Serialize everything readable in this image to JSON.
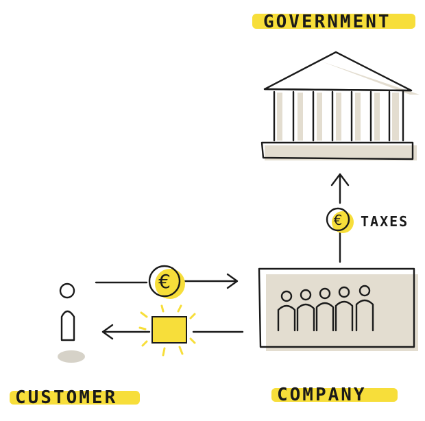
{
  "labels": {
    "government": "GOVERNMENT",
    "taxes": "TAXES",
    "customer": "CUSTOMER",
    "company": "COMPANY"
  },
  "icons": {
    "currency_symbol": "€"
  },
  "colors": {
    "highlight": "#f7de3a",
    "shadow": "#e3ddd0",
    "ink": "#1a1a1a"
  }
}
